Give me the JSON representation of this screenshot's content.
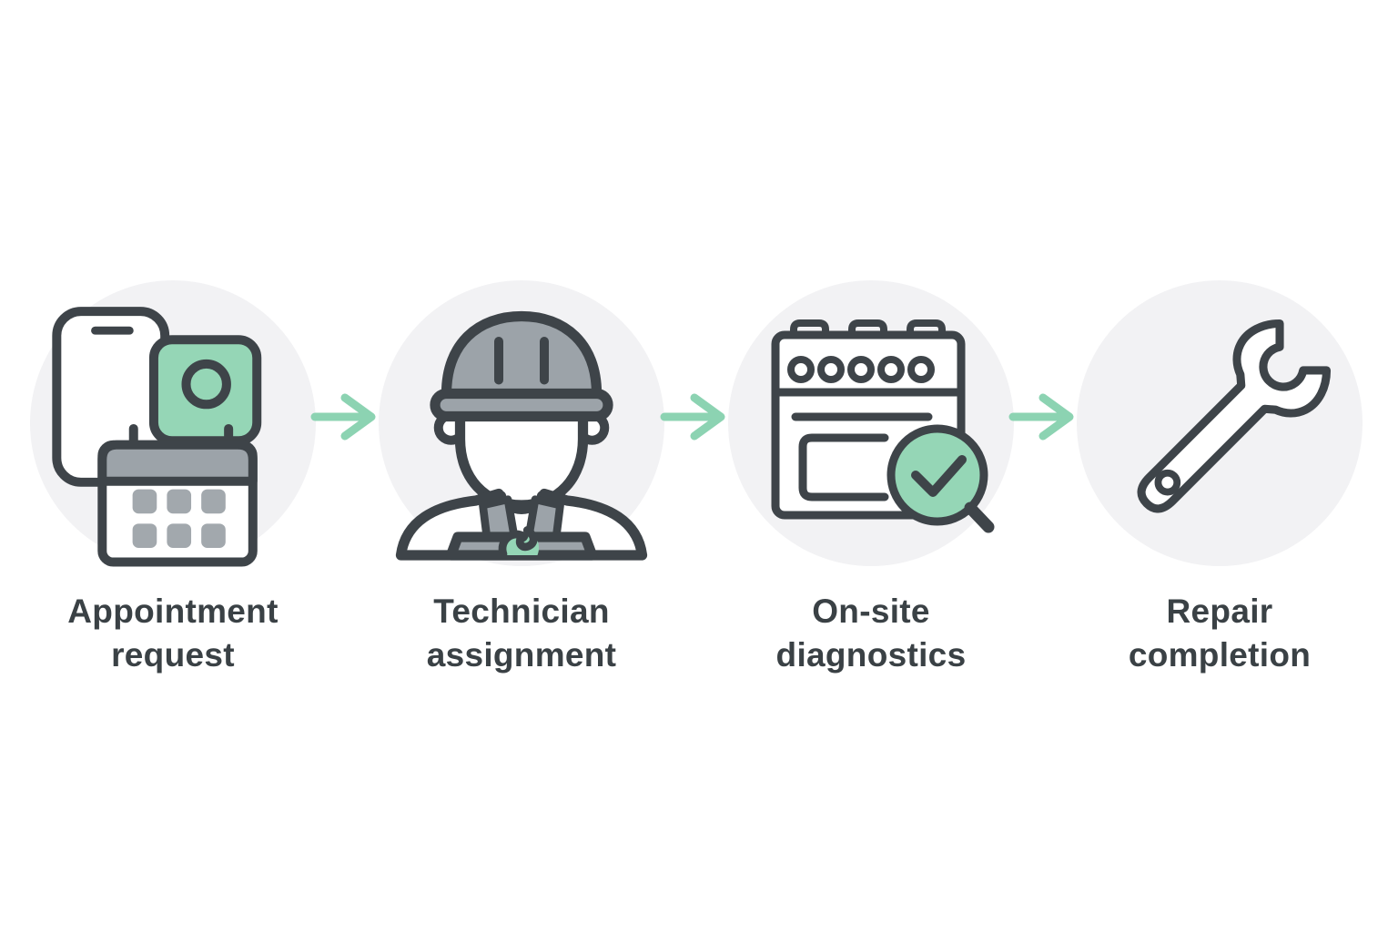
{
  "diagram": {
    "kind": "horizontal-process-flow",
    "step_count": 4,
    "connector": "right-arrow",
    "steps": [
      {
        "label_line1": "Appointment",
        "label_line2": "request",
        "icon": "phone-chat-calendar-icon"
      },
      {
        "label_line1": "Technician",
        "label_line2": "assignment",
        "icon": "technician-hardhat-icon"
      },
      {
        "label_line1": "On-site",
        "label_line2": "diagnostics",
        "icon": "stove-magnifier-check-icon"
      },
      {
        "label_line1": "Repair",
        "label_line2": "completion",
        "icon": "wrench-icon"
      }
    ],
    "colors": {
      "background": "#ffffff",
      "circle_bg": "#f2f2f4",
      "outline_dark": "#3e4449",
      "fill_gray": "#9ca3a9",
      "fill_gray_light": "#a2a8ad",
      "accent_green": "#95d6b6",
      "arrow_green": "#8cd3b2",
      "label_text": "#3a4145"
    }
  }
}
